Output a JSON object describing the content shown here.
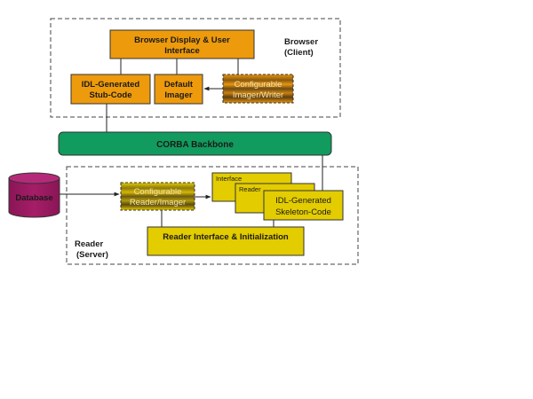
{
  "colors": {
    "orange": "#ED9A0C",
    "yellow": "#E3CC00",
    "green": "#119B5E",
    "database": "#9C1B62",
    "configurable_text": "#F3E3B0"
  },
  "browser_group": {
    "label_line1": "Browser",
    "label_line2": "(Client)",
    "display_box": {
      "line1": "Browser Display & User",
      "line2": "Interface"
    },
    "stub_box": {
      "line1": "IDL-Generated",
      "line2": "Stub-Code"
    },
    "imager_box": {
      "line1": "Default",
      "line2": "Imager"
    },
    "config_box": {
      "line1": "Configurable",
      "line2": "Imager/Writer"
    }
  },
  "backbone": {
    "label": "CORBA Backbone"
  },
  "database": {
    "label": "Database"
  },
  "reader_group": {
    "label_line1": "Reader",
    "label_line2": "(Server)",
    "config_box": {
      "line1": "Configurable",
      "line2": "Reader/Imager"
    },
    "interface_card": {
      "label": "Interface"
    },
    "reader_card": {
      "label": "Reader"
    },
    "skeleton_box": {
      "line1": "IDL-Generated",
      "line2": "Skeleton-Code"
    },
    "init_box": {
      "label": "Reader Interface &  Initialization"
    }
  }
}
